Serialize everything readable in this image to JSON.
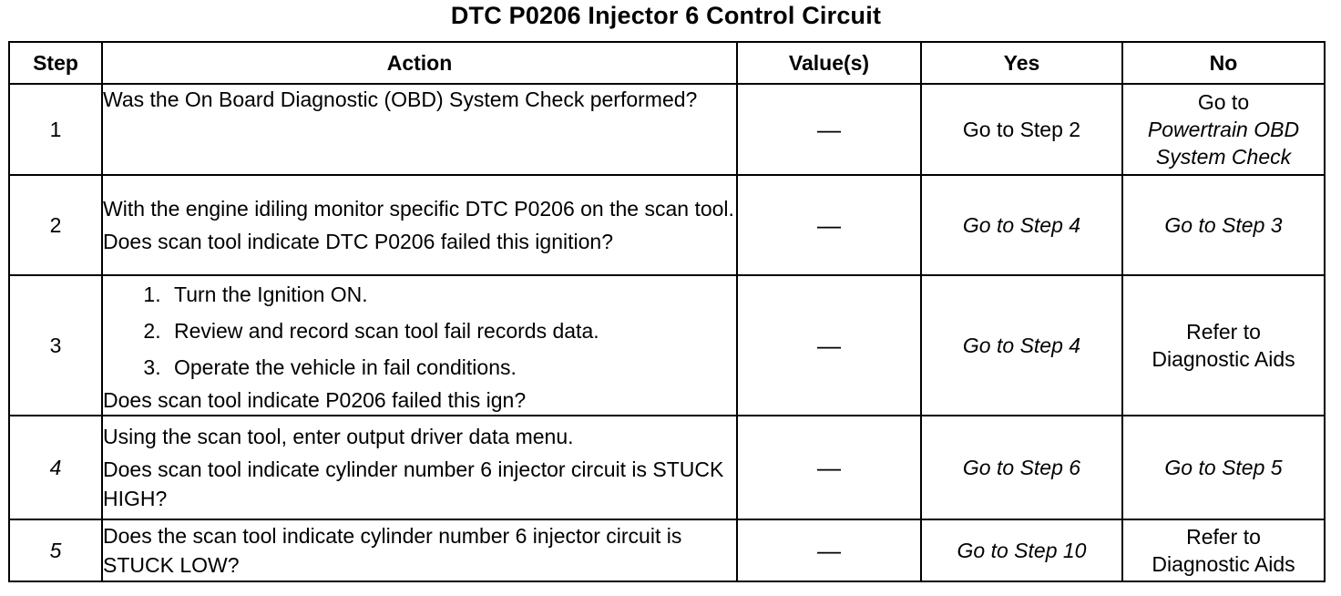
{
  "title": "DTC P0206 Injector 6 Control Circuit",
  "headers": {
    "step": "Step",
    "action": "Action",
    "values": "Value(s)",
    "yes": "Yes",
    "no": "No"
  },
  "rows": [
    {
      "step": "1",
      "action_lines": [
        "Was the On Board Diagnostic (OBD) System Check performed?"
      ],
      "value": "—",
      "yes": "Go to Step 2",
      "no_lines": [
        "Go to",
        "Powertrain OBD",
        "System Check"
      ]
    },
    {
      "step": "2",
      "action_lines": [
        "With the engine idiling monitor specific DTC P0206 on the scan tool.",
        "Does scan tool indicate DTC P0206 failed this ignition?"
      ],
      "value": "—",
      "yes": "Go to Step 4",
      "no": "Go to Step 3"
    },
    {
      "step": "3",
      "action_list": [
        "Turn the Ignition ON.",
        "Review and record scan tool fail records data.",
        "Operate the vehicle in fail conditions."
      ],
      "action_question": "Does scan tool indicate P0206 failed this ign?",
      "value": "—",
      "yes": "Go to Step 4",
      "no_lines": [
        "Refer to",
        "Diagnostic Aids"
      ]
    },
    {
      "step": "4",
      "action_lines": [
        "Using the scan tool, enter output driver data menu.",
        "Does scan tool indicate cylinder number 6 injector circuit is STUCK HIGH?"
      ],
      "value": "—",
      "yes": "Go to Step 6",
      "no": "Go to Step 5"
    },
    {
      "step": "5",
      "action_lines": [
        "Does the scan tool indicate cylinder number 6 injector circuit is STUCK LOW?"
      ],
      "value": "—",
      "yes": "Go to Step 10",
      "no_lines": [
        "Refer to",
        "Diagnostic Aids"
      ]
    }
  ]
}
